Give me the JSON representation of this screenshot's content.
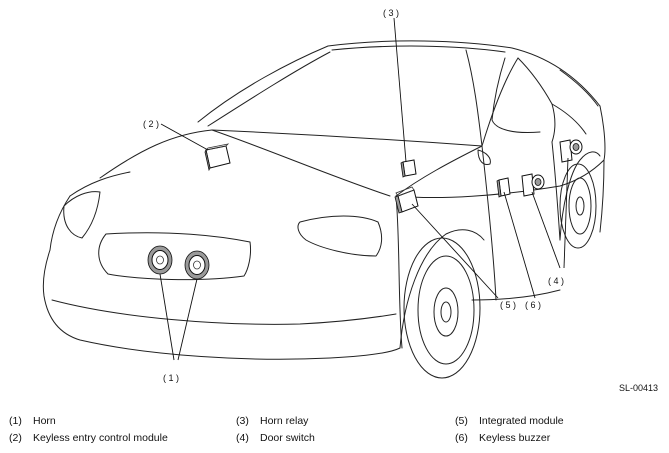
{
  "callouts": {
    "c1": "( 1 )",
    "c2": "( 2 )",
    "c3": "( 3 )",
    "c4": "( 4 )",
    "c5": "( 5 )",
    "c6": "( 6 )"
  },
  "figure_id": "SL-00413",
  "legend": [
    {
      "num": "(1)",
      "label": "Horn"
    },
    {
      "num": "(2)",
      "label": "Keyless entry control module"
    },
    {
      "num": "(3)",
      "label": "Horn relay"
    },
    {
      "num": "(4)",
      "label": "Door switch"
    },
    {
      "num": "(5)",
      "label": "Integrated module"
    },
    {
      "num": "(6)",
      "label": "Keyless buzzer"
    }
  ]
}
